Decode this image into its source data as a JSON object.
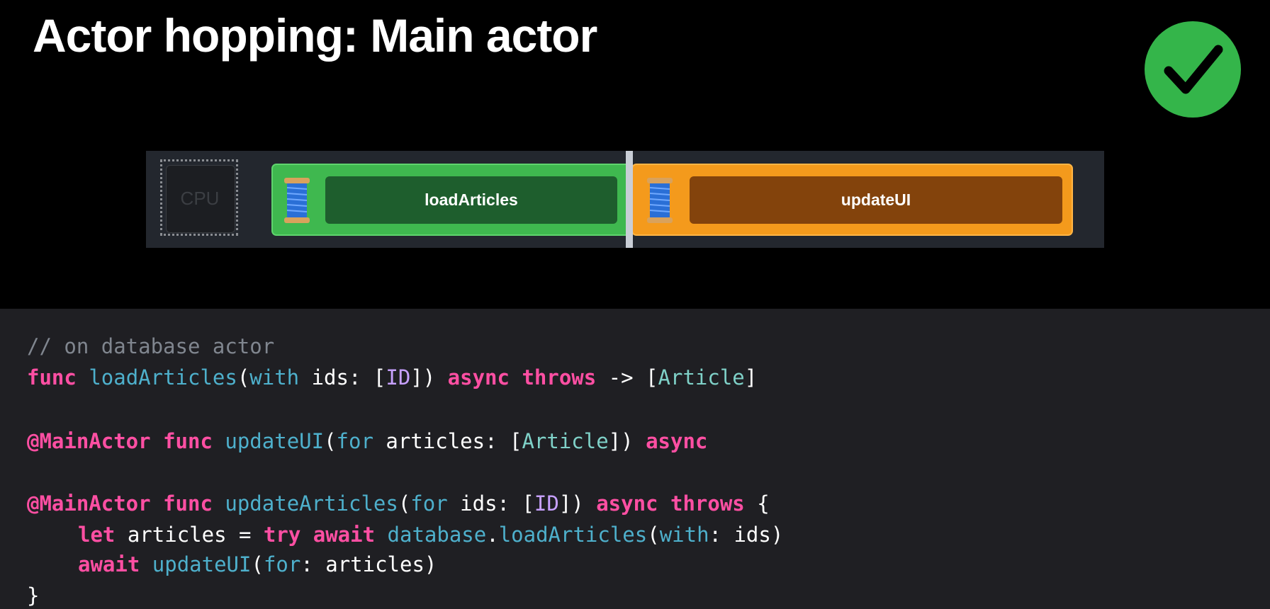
{
  "title": "Actor hopping: Main actor",
  "status_icon": "checkmark-circle-icon",
  "colors": {
    "check_green": "#34b54a",
    "segment_green": "#3fb84f",
    "segment_orange": "#f49a1c",
    "keyword": "#ff4fa3",
    "function": "#4eb0cc",
    "type": "#7fd1c8",
    "comment": "#80868f"
  },
  "timeline": {
    "cpu_label": "CPU",
    "segments": [
      {
        "label": "loadArticles",
        "color": "green"
      },
      {
        "label": "updateUI",
        "color": "orange"
      }
    ]
  },
  "code": {
    "comment": "// on database actor",
    "line1": {
      "kw_func": "func",
      "fn": "loadArticles",
      "open": "(",
      "with": "with",
      "param": " ids: [",
      "type_id": "ID",
      "close": "]) ",
      "async": "async",
      "throws": "throws",
      "arrow": " -> [",
      "type_article": "Article",
      "end": "]"
    },
    "line2": {
      "attr": "@MainActor",
      "kw_func": "func",
      "fn": "updateUI",
      "open": "(",
      "for": "for",
      "param": " articles: [",
      "type_article": "Article",
      "close": "]) ",
      "async": "async"
    },
    "line3": {
      "attr": "@MainActor",
      "kw_func": "func",
      "fn": "updateArticles",
      "open": "(",
      "for": "for",
      "param": " ids: [",
      "type_id": "ID",
      "close": "]) ",
      "async": "async",
      "throws": "throws",
      "end": " {"
    },
    "line4": {
      "let": "let",
      "assign": " articles = ",
      "try": "try",
      "await": "await",
      "obj": "database",
      "dot": ".",
      "fn": "loadArticles",
      "open": "(",
      "with": "with",
      "rest": ": ids)"
    },
    "line5": {
      "await": "await",
      "fn": "updateUI",
      "open": "(",
      "for": "for",
      "rest": ": articles)"
    },
    "closing_brace": "}"
  }
}
